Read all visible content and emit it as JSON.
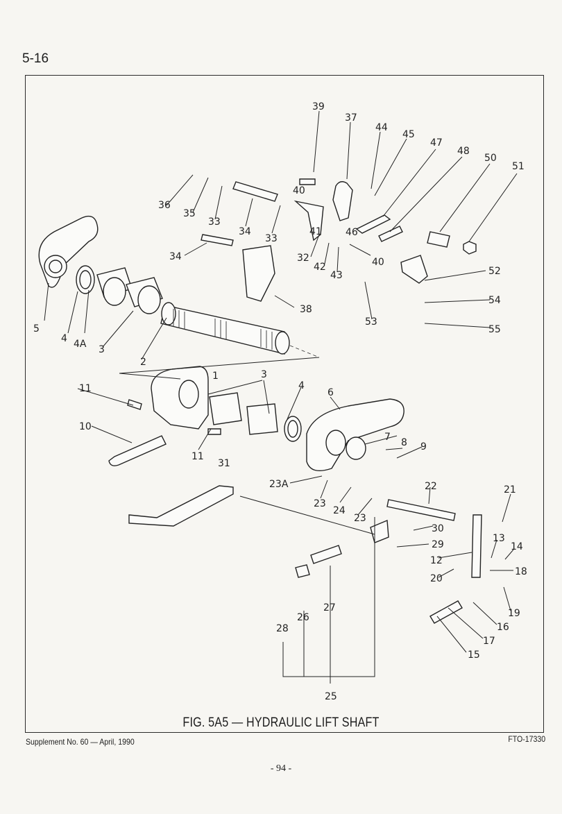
{
  "header": {
    "page_ref": "5-16"
  },
  "figure": {
    "caption": "FIG. 5A5 — HYDRAULIC LIFT SHAFT",
    "callouts": [
      "1",
      "2",
      "3",
      "3",
      "4",
      "4",
      "4A",
      "5",
      "6",
      "7",
      "8",
      "9",
      "10",
      "11",
      "11",
      "12",
      "13",
      "14",
      "15",
      "16",
      "17",
      "18",
      "19",
      "20",
      "21",
      "22",
      "23",
      "23",
      "23A",
      "24",
      "25",
      "26",
      "27",
      "28",
      "29",
      "30",
      "31",
      "32",
      "33",
      "33",
      "34",
      "34",
      "35",
      "36",
      "37",
      "38",
      "39",
      "40",
      "40",
      "41",
      "42",
      "43",
      "44",
      "45",
      "46",
      "47",
      "48",
      "50",
      "51",
      "52",
      "53",
      "54",
      "55"
    ]
  },
  "footer": {
    "supplement": "Supplement No. 60 — April, 1990",
    "code": "FTO-17330",
    "folio": "- 94 -"
  }
}
